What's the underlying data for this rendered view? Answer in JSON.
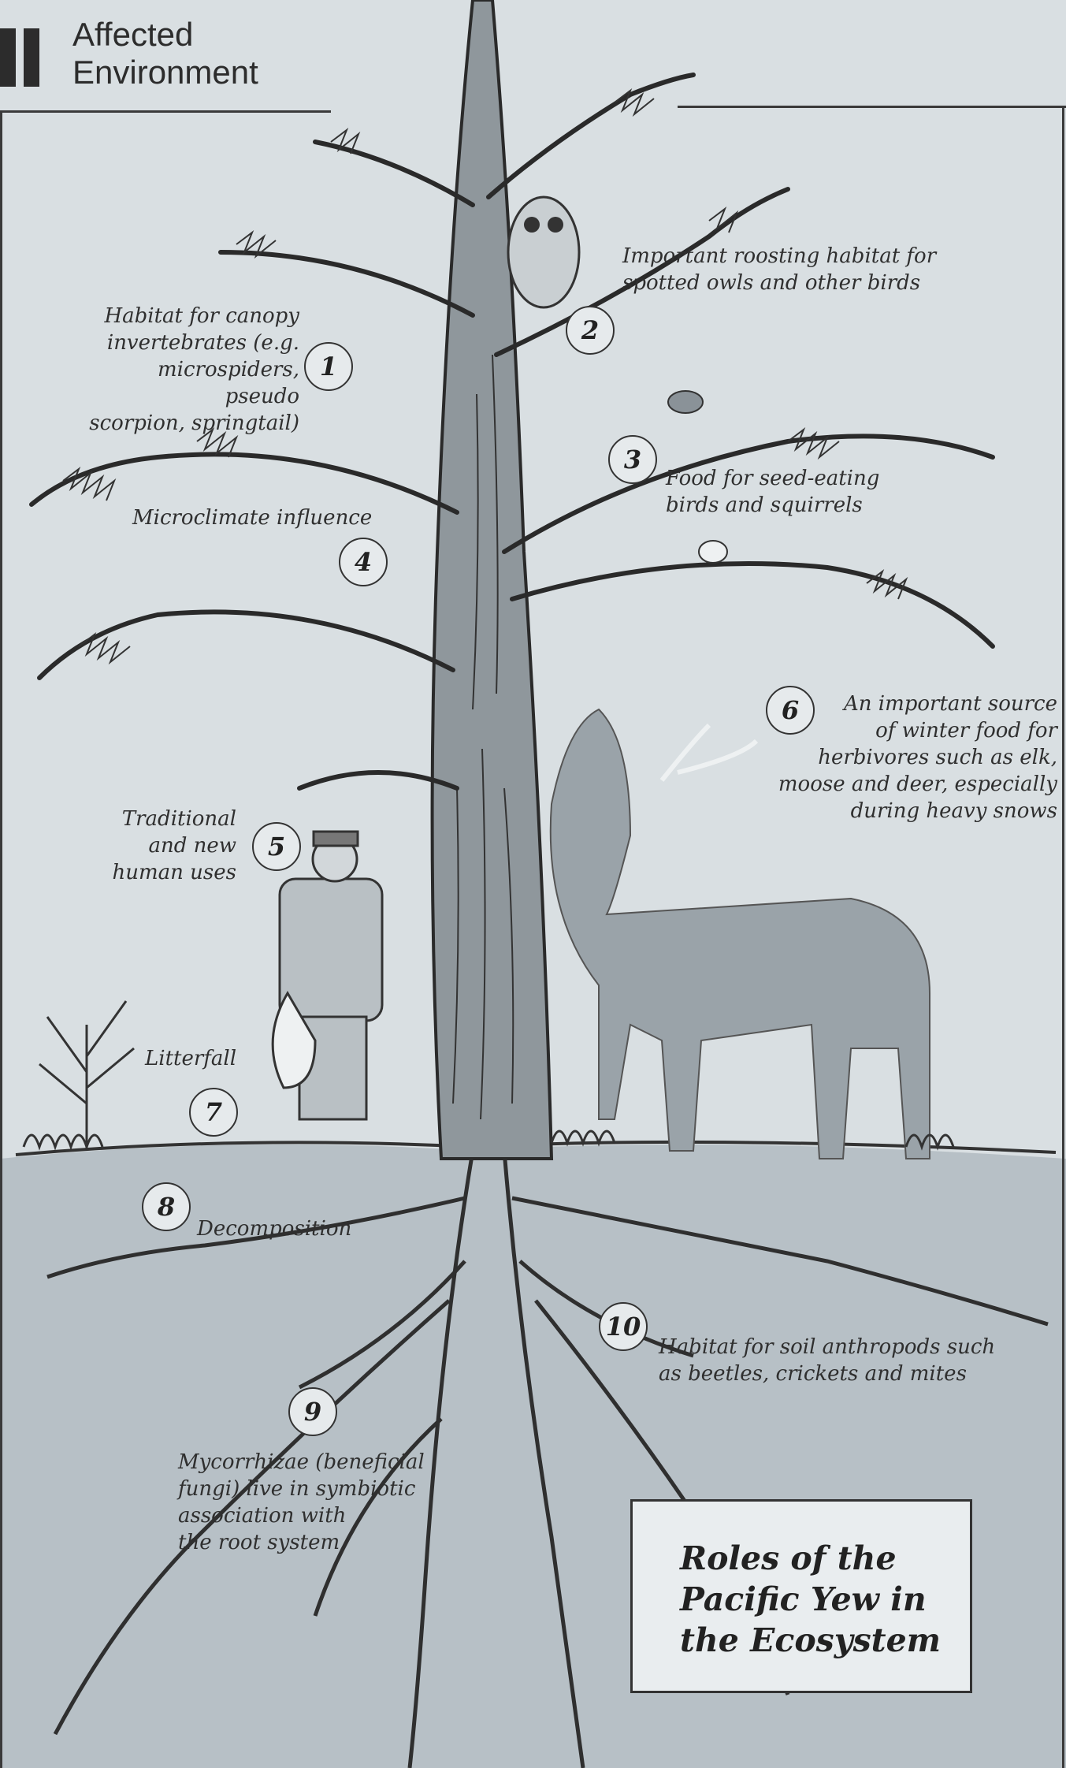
{
  "header": {
    "section_line1": "Affected",
    "section_line2": "Environment"
  },
  "callouts": [
    {
      "number": "1",
      "text": "Habitat for canopy\ninvertebrates (e.g.\nmicrospiders, pseudo\nscorpion, springtail)"
    },
    {
      "number": "2",
      "text": "Important roosting habitat for\nspotted owls and other birds"
    },
    {
      "number": "3",
      "text": "Food for seed-eating\nbirds and squirrels"
    },
    {
      "number": "4",
      "text": "Microclimate influence"
    },
    {
      "number": "5",
      "text": "Traditional\nand new\nhuman uses"
    },
    {
      "number": "6",
      "text": "An important source\nof winter food for\nherbivores such as elk,\nmoose and deer, especially\nduring heavy snows"
    },
    {
      "number": "7",
      "text": "Litterfall"
    },
    {
      "number": "8",
      "text": "Decomposition"
    },
    {
      "number": "9",
      "text": "Mycorrhizae (beneficial\nfungi) live in symbiotic\nassociation with\nthe root system"
    },
    {
      "number": "10",
      "text": "Habitat for soil anthropods such\nas beetles, crickets and mites"
    }
  ],
  "title_box": {
    "title": "Roles of the\nPacific Yew in\nthe Ecosystem"
  },
  "colors": {
    "sky": "#d9dfe2",
    "soil": "#b7c0c6",
    "ink": "#2c2c2c",
    "elk": "#9aa3a9"
  }
}
